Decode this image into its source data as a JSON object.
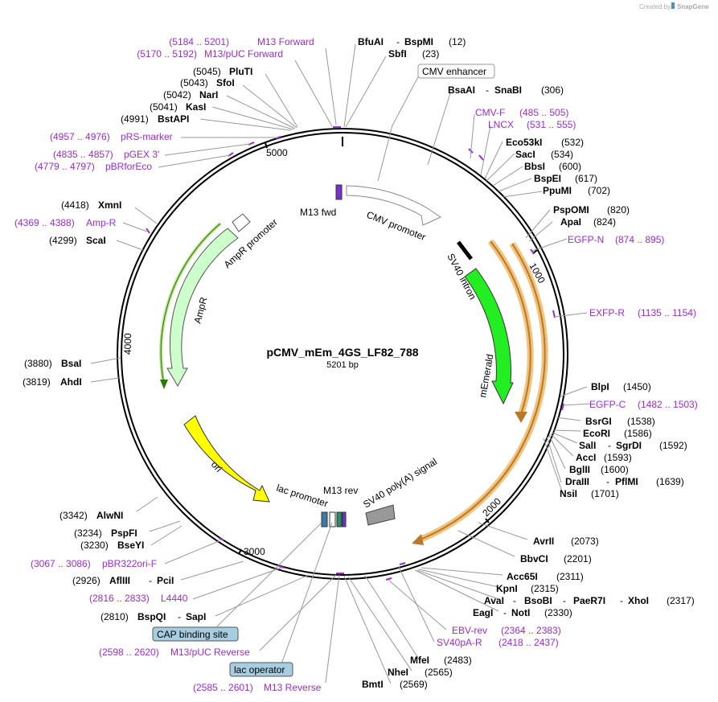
{
  "header": {
    "created_by": "Created by",
    "brand": "SnapGene"
  },
  "plasmid": {
    "name": "pCMV_mEm_4GS_LF82_788",
    "size": "5201 bp"
  },
  "ticks": [
    "1000",
    "2000",
    "3000",
    "4000",
    "5000"
  ],
  "features": {
    "cmv_enhancer": "CMV enhancer",
    "cmv_promoter": "CMV promoter",
    "m13_fwd": "M13 fwd",
    "sv40_intron": "SV40 intron",
    "memerald": "mEmerald",
    "sv40_polya": "SV40 poly(A) signal",
    "m13_rev": "M13 rev",
    "lac_promoter": "lac promoter",
    "ori": "ori",
    "ampr": "AmpR",
    "ampr_promoter": "AmpR promoter",
    "cap_site": "CAP binding site",
    "lac_operator": "lac operator"
  },
  "sites": {
    "bfuai": "BfuAI",
    "bspmi": "BspMI",
    "bfuai_pos": "(12)",
    "sbfi": "SbfI",
    "sbfi_pos": "(23)",
    "bsaai": "BsaAI",
    "snabi": "SnaBI",
    "bsaai_pos": "(306)",
    "eco53ki": "Eco53kI",
    "eco53ki_pos": "(532)",
    "saci": "SacI",
    "saci_pos": "(534)",
    "bbsi": "BbsI",
    "bbsi_pos": "(600)",
    "bspei": "BspEI",
    "bspei_pos": "(617)",
    "ppumi": "PpuMI",
    "ppumi_pos": "(702)",
    "pspomi": "PspOMI",
    "pspomi_pos": "(820)",
    "apai": "ApaI",
    "apai_pos": "(824)",
    "blpi": "BlpI",
    "blpi_pos": "(1450)",
    "bsrgi": "BsrGI",
    "bsrgi_pos": "(1538)",
    "ecori": "EcoRI",
    "ecori_pos": "(1586)",
    "sali": "SalI",
    "sgrdi": "SgrDI",
    "sali_pos": "(1592)",
    "acci": "AccI",
    "acci_pos": "(1593)",
    "bglii": "BglII",
    "bglii_pos": "(1600)",
    "draiii": "DraIII",
    "pflmi": "PflMI",
    "draiii_pos": "(1639)",
    "nsii": "NsiI",
    "nsii_pos": "(1701)",
    "avrii": "AvrII",
    "avrii_pos": "(2073)",
    "bbvci": "BbvCI",
    "bbvci_pos": "(2201)",
    "acc65i": "Acc65I",
    "acc65i_pos": "(2311)",
    "kpni": "KpnI",
    "kpni_pos": "(2315)",
    "avai": "AvaI",
    "bsobi": "BsoBI",
    "paer7i": "PaeR7I",
    "xhoi": "XhoI",
    "avai_pos": "(2317)",
    "eagi": "EagI",
    "noti": "NotI",
    "eagi_pos": "(2330)",
    "mfei": "MfeI",
    "mfei_pos": "(2483)",
    "nhei": "NheI",
    "nhei_pos": "(2565)",
    "bmti": "BmtI",
    "bmti_pos": "(2569)",
    "bspqi": "BspQI",
    "sapi": "SapI",
    "bspqi_pos": "(2810)",
    "afliii": "AflIII",
    "pcii": "PciI",
    "afliii_pos": "(2926)",
    "bseyi": "BseYI",
    "bseyi_pos": "(3230)",
    "pspfi": "PspFI",
    "pspfi_pos": "(3234)",
    "alwni": "AlwNI",
    "alwni_pos": "(3342)",
    "ahdi": "AhdI",
    "ahdi_pos": "(3819)",
    "bsai": "BsaI",
    "bsai_pos": "(3880)",
    "scai": "ScaI",
    "scai_pos": "(4299)",
    "xmni": "XmnI",
    "xmni_pos": "(4418)",
    "bstapi": "BstAPI",
    "bstapi_pos": "(4991)",
    "kasi": "KasI",
    "kasi_pos": "(5041)",
    "nari": "NarI",
    "nari_pos": "(5042)",
    "sfoi": "SfoI",
    "sfoi_pos": "(5043)",
    "plutI": "PluTI",
    "pluti_pos": "(5045)"
  },
  "primers": {
    "m13fwd_label": "M13 Forward",
    "m13fwd_pos": "(5184 .. 5201)",
    "m13puc_fwd_label": "M13/pUC Forward",
    "m13puc_fwd_pos": "(5170 .. 5192)",
    "prs_label": "pRS-marker",
    "prs_pos": "(4957 .. 4976)",
    "pgex_label": "pGEX 3'",
    "pgex_pos": "(4835 .. 4857)",
    "pbrforeco_label": "pBRforEco",
    "pbrforeco_pos": "(4779 .. 4797)",
    "ampr_label": "Amp-R",
    "ampr_pos": "(4369 .. 4388)",
    "cmvf_label": "CMV-F",
    "cmvf_pos": "(485 .. 505)",
    "lncx_label": "LNCX",
    "lncx_pos": "(531 .. 555)",
    "egfpn_label": "EGFP-N",
    "egfpn_pos": "(874 .. 895)",
    "exfpr_label": "EXFP-R",
    "exfpr_pos": "(1135 .. 1154)",
    "egfpc_label": "EGFP-C",
    "egfpc_pos": "(1482 .. 1503)",
    "ebvrev_label": "EBV-rev",
    "ebvrev_pos": "(2364 .. 2383)",
    "sv40par_label": "SV40pA-R",
    "sv40par_pos": "(2418 .. 2437)",
    "pbr322_label": "pBR322ori-F",
    "pbr322_pos": "(3067 .. 3086)",
    "l4440_label": "L4440",
    "l4440_pos": "(2816 .. 2833)",
    "m13puc_rev_label": "M13/pUC Reverse",
    "m13puc_rev_pos": "(2598 .. 2620)",
    "m13rev_label": "M13 Reverse",
    "m13rev_pos": "(2585 .. 2601)"
  },
  "colors": {
    "backbone": "#000000",
    "primer": "#9b2bd6",
    "memerald": "#22ee22",
    "ori": "#ffff00",
    "ampr": "#ccffcc",
    "orange_highlight": "#f3c27a",
    "cap_box": "#a6cde0",
    "promoter": "#ffffff",
    "sv40polya": "#999999"
  }
}
